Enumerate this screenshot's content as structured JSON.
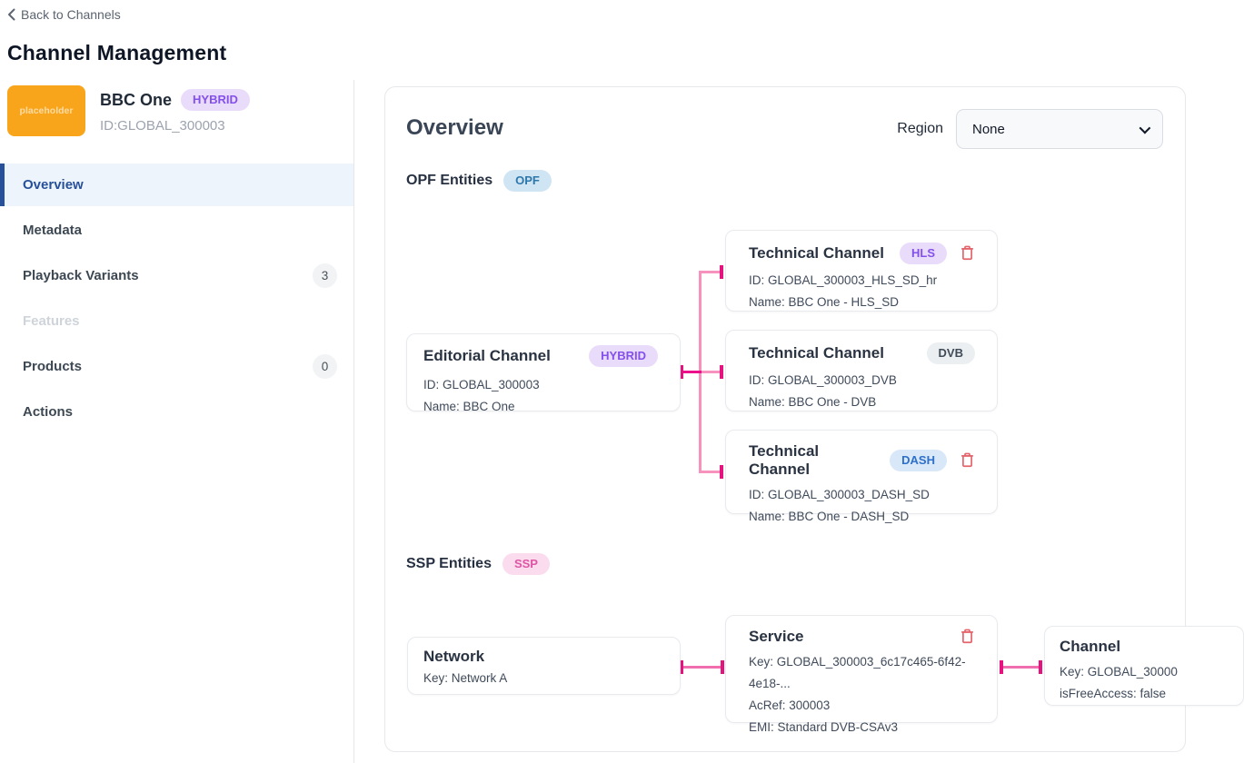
{
  "header": {
    "back_label": "Back to Channels",
    "title": "Channel Management"
  },
  "sidebar": {
    "channel": {
      "logo_text": "placeholder",
      "name": "BBC One",
      "type_badge": "HYBRID",
      "id": "ID:GLOBAL_300003"
    },
    "items": [
      {
        "label": "Overview"
      },
      {
        "label": "Metadata"
      },
      {
        "label": "Playback Variants",
        "count": "3"
      },
      {
        "label": "Features"
      },
      {
        "label": "Products",
        "count": "0"
      },
      {
        "label": "Actions"
      }
    ]
  },
  "main": {
    "title": "Overview",
    "region": {
      "label": "Region",
      "value": "None"
    },
    "opf": {
      "heading": "OPF Entities",
      "badge": "OPF",
      "editorial": {
        "title": "Editorial Channel",
        "badge": "HYBRID",
        "lines": [
          "ID: GLOBAL_300003",
          "Name: BBC One"
        ]
      },
      "technical": [
        {
          "title": "Technical Channel",
          "badge": "HLS",
          "lines": [
            "ID: GLOBAL_300003_HLS_SD_hr",
            "Name: BBC One - HLS_SD"
          ]
        },
        {
          "title": "Technical Channel",
          "badge": "DVB",
          "lines": [
            "ID: GLOBAL_300003_DVB",
            "Name: BBC One - DVB"
          ]
        },
        {
          "title": "Technical Channel",
          "badge": "DASH",
          "lines": [
            "ID: GLOBAL_300003_DASH_SD",
            "Name: BBC One - DASH_SD"
          ]
        }
      ]
    },
    "ssp": {
      "heading": "SSP Entities",
      "badge": "SSP",
      "network": {
        "title": "Network",
        "lines": [
          "Key: Network A"
        ]
      },
      "service": {
        "title": "Service",
        "lines": [
          "Key: GLOBAL_300003_6c17c465-6f42-4e18-...",
          "AcRef: 300003",
          "EMI: Standard DVB-CSAv3"
        ]
      },
      "channel": {
        "title": "Channel",
        "lines": [
          "Key: GLOBAL_30000",
          "isFreeAccess: false"
        ]
      }
    }
  },
  "colors": {
    "accent_blue": "#27509b",
    "connector_light": "#f791bd",
    "connector_dark": "#e5137f",
    "badge_purple": "#8450ea",
    "badge_blue": "#2e6fc9",
    "badge_pink": "#df55a4",
    "logo_orange": "#f9a51b",
    "delete_red": "#e5646c"
  }
}
